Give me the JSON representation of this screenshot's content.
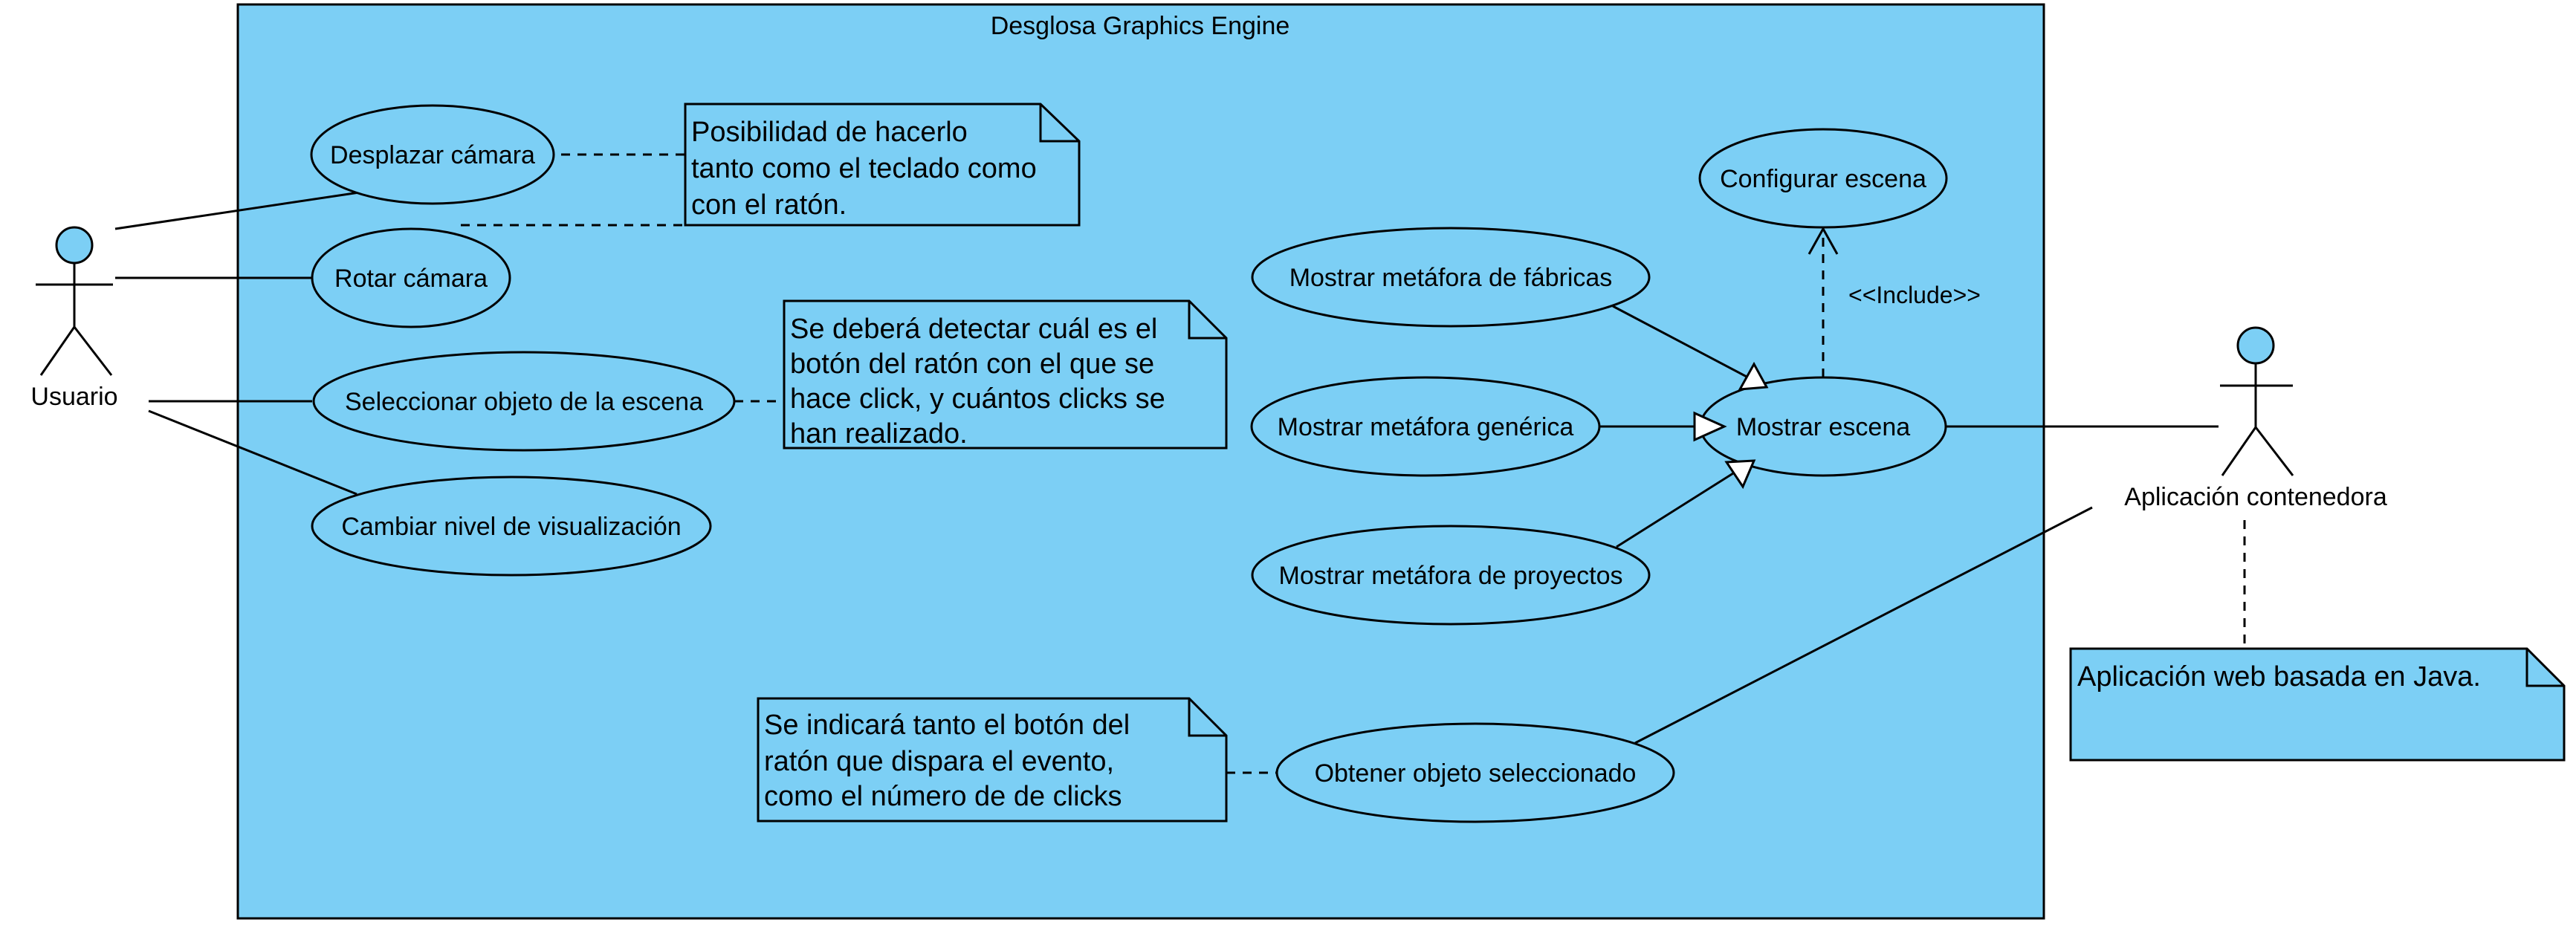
{
  "colors": {
    "fill": "#7ccff5",
    "stroke": "#000000",
    "background": "#ffffff"
  },
  "system": {
    "title": "Desglosa Graphics Engine"
  },
  "actors": {
    "usuario": "Usuario",
    "contenedora": "Aplicación contenedora"
  },
  "use_cases": {
    "desplazar": "Desplazar cámara",
    "rotar": "Rotar cámara",
    "seleccionar": "Seleccionar objeto de la escena",
    "cambiar": "Cambiar nivel de visualización",
    "fabricas": "Mostrar metáfora de fábricas",
    "generica": "Mostrar metáfora genérica",
    "proyectos": "Mostrar metáfora de proyectos",
    "configurar": "Configurar escena",
    "mostrar": "Mostrar escena",
    "obtener": "Obtener objeto seleccionado"
  },
  "stereotype": "<<Include>>",
  "notes": {
    "camara": [
      "Posibilidad de hacerlo",
      "tanto como el teclado como",
      "con el ratón."
    ],
    "seleccion": [
      "Se deberá detectar cuál es el",
      "botón del ratón con el que se",
      "hace click, y cuántos clicks se",
      "han realizado."
    ],
    "obtener": [
      "Se indicará tanto el botón del",
      "ratón que dispara el evento,",
      "como el número de de clicks"
    ],
    "web": [
      "Aplicación web basada en Java."
    ]
  }
}
